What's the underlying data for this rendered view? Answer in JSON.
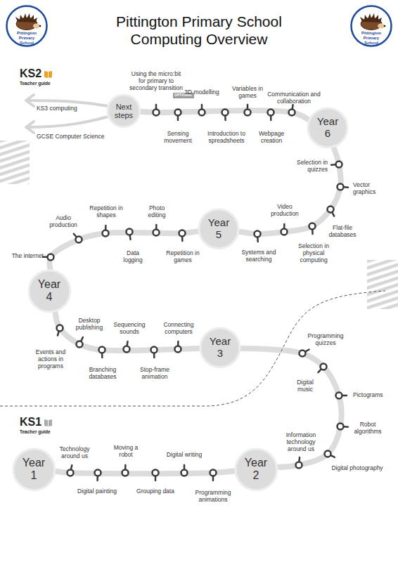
{
  "diagram": {
    "title": "Pittington Primary School Computing Overview",
    "nodes": [
      {
        "text": [
          "Pittington Primary School"
        ]
      },
      {
        "text": [
          "Pittington Primary School"
        ]
      },
      {
        "text": [
          "Next steps"
        ]
      },
      {
        "text": [
          "Year 6"
        ]
      },
      {
        "text": [
          "Year 5"
        ]
      },
      {
        "text": [
          "Year 4"
        ]
      },
      {
        "text": [
          "Year 3"
        ]
      },
      {
        "text": [
          "Year 1"
        ]
      },
      {
        "text": [
          "Year 2"
        ]
      }
    ],
    "edges": [
      {
        "from": 7,
        "to": 8,
        "arrow": "none"
      },
      {
        "from": 8,
        "to": 6,
        "arrow": "none"
      },
      {
        "from": 6,
        "to": 5,
        "arrow": "none"
      },
      {
        "from": 5,
        "to": 4,
        "arrow": "none"
      },
      {
        "from": 4,
        "to": 3,
        "arrow": "none"
      },
      {
        "from": 3,
        "to": 2,
        "arrow": "none"
      }
    ],
    "labels": [
      "KS2",
      "Teacher guide",
      "Using the micro:bit for primary to secondary transition",
      "OPTIONAL",
      "3D modelling",
      "Variables in games",
      "Communication and collaboration",
      "KS3 computing",
      "GCSE Computer Science",
      "Sensing movement",
      "Introduction to spreadsheets",
      "Webpage creation",
      "Selection in quizzes",
      "Vector graphics",
      "Audio production",
      "Repetition in shapes",
      "Photo editing",
      "Video production",
      "Flat-file databases",
      "Data logging",
      "Repetition in games",
      "Systems and searching",
      "Selection in physical computing",
      "The internet",
      "Desktop publishing",
      "Sequencing sounds",
      "Connecting computers",
      "Programming quizzes",
      "Events and actions in programs",
      "Branching databases",
      "Stop-frame animation",
      "Digital music",
      "Pictograms",
      "KS1",
      "Teacher guide",
      "Robot algorithms",
      "Information technology around us",
      "Technology around us",
      "Moving a robot",
      "Digital writing",
      "Digital photography",
      "Digital painting",
      "Grouping data",
      "Programming animations"
    ]
  }
}
